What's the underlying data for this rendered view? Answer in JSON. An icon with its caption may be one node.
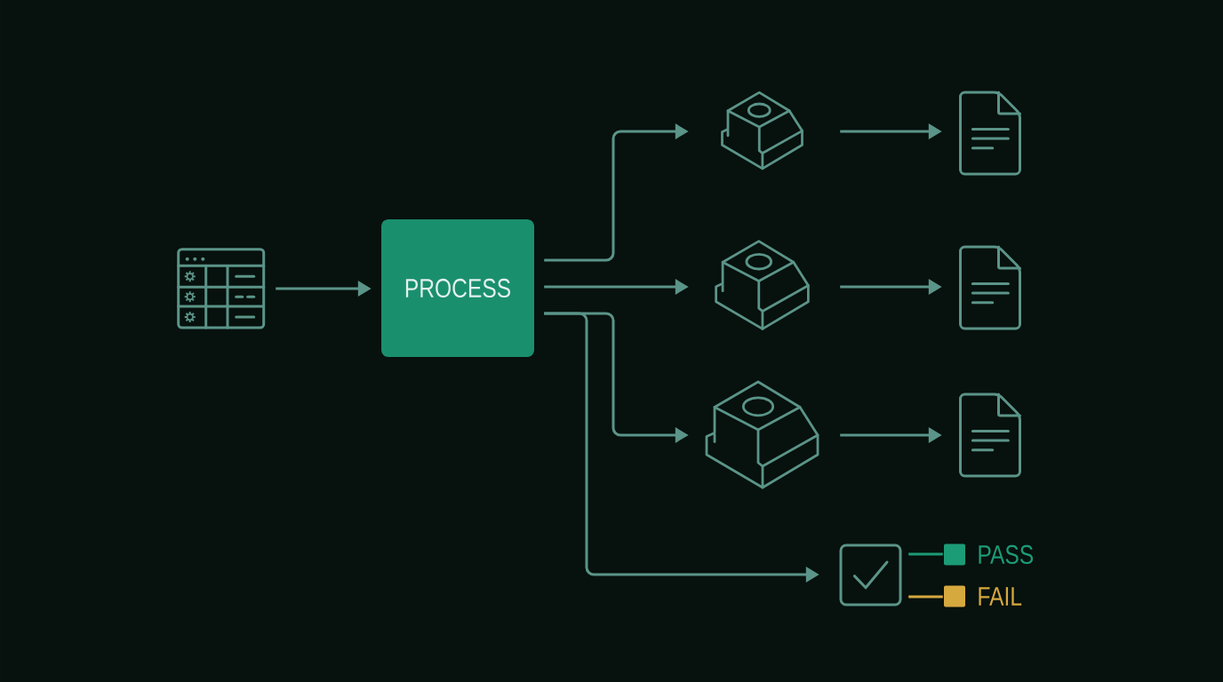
{
  "diagram": {
    "nodes": [
      {
        "text": [],
        "shape": "picture"
      },
      {
        "text": [
          "PROCESS"
        ]
      },
      {
        "text": [],
        "shape": "picture"
      },
      {
        "text": [],
        "shape": "picture"
      },
      {
        "text": [],
        "shape": "picture"
      },
      {
        "text": [],
        "shape": "picture"
      },
      {
        "text": [],
        "shape": "picture"
      },
      {
        "text": [],
        "shape": "picture"
      },
      {
        "text": [],
        "shape": "picture"
      },
      {
        "text": [],
        "shape": "box",
        "beside": [
          "PASS"
        ]
      },
      {
        "text": [],
        "shape": "box",
        "beside": [
          "FAIL"
        ]
      }
    ],
    "edges": [
      {
        "from": 0,
        "to": 1,
        "arrow": "to"
      },
      {
        "from": 1,
        "to": 2,
        "arrow": "to"
      },
      {
        "from": 1,
        "to": 3,
        "arrow": "to"
      },
      {
        "from": 1,
        "to": 4,
        "arrow": "to"
      },
      {
        "from": 1,
        "to": 8,
        "arrow": "to"
      },
      {
        "from": 2,
        "to": 5,
        "arrow": "to"
      },
      {
        "from": 3,
        "to": 6,
        "arrow": "to"
      },
      {
        "from": 4,
        "to": 7,
        "arrow": "to"
      },
      {
        "from": 8,
        "to": 9,
        "arrow": "none",
        "color": "#1c9b77"
      },
      {
        "from": 8,
        "to": 10,
        "arrow": "none",
        "color": "#d6a93f"
      }
    ]
  }
}
